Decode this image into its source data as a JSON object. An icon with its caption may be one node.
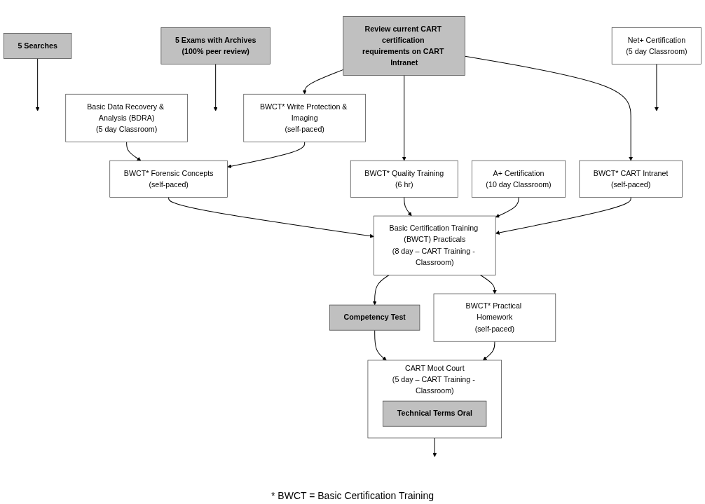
{
  "diagram": {
    "nodes": [
      {
        "text": [
          "Review current CART certification requirements on CART Intranet"
        ]
      },
      {
        "text": [
          "BWCT* Write Protection & Imaging",
          "(self-paced)"
        ]
      },
      {
        "text": [
          "BWCT* Quality Training",
          "(6 hr)"
        ]
      },
      {
        "text": [
          "BWCT* CART Intranet",
          "(self-paced)"
        ]
      },
      {
        "text": [
          "5 Searches"
        ]
      },
      {
        "text": [
          "A+ Certification",
          "(10 day Classroom)"
        ]
      },
      {
        "text": [
          "Basic Data Recovery & Analysis (BDRA)",
          "(5 day Classroom)"
        ]
      },
      {
        "text": [
          "Net+ Certification",
          "(5 day Classroom)"
        ]
      },
      {
        "text": [
          "BWCT* Forensic Concepts",
          "(self-paced)"
        ]
      },
      {
        "text": [
          "Basic Certification Training (BWCT) Practicals",
          "(8 day – CART Training - Classroom)"
        ]
      },
      {
        "text": [
          "5 Exams with Archives",
          "(100% peer review)"
        ]
      },
      {
        "text": [
          "Competency Test"
        ]
      },
      {
        "text": [
          "BWCT* Practical Homework",
          "(self-paced)"
        ]
      },
      {
        "text": [
          "CART Moot Court",
          "(5 day – CART Training - Classroom)"
        ]
      },
      {
        "text": [
          "Technical Terms Oral"
        ],
        "in": 13
      }
    ],
    "edges": [
      {
        "from": 0,
        "to": 1,
        "arrow": "to"
      },
      {
        "from": 0,
        "to": 2,
        "arrow": "to"
      },
      {
        "from": 0,
        "to": 3,
        "arrow": "to"
      },
      {
        "from": 1,
        "to": 8,
        "arrow": "to"
      },
      {
        "from": 6,
        "to": 8,
        "arrow": "to"
      },
      {
        "from": 5,
        "to": 9,
        "arrow": "to"
      },
      {
        "from": 8,
        "to": 9,
        "arrow": "to"
      },
      {
        "from": 2,
        "to": 9,
        "arrow": "to"
      },
      {
        "from": 3,
        "to": 9,
        "arrow": "to"
      },
      {
        "from": 9,
        "to": 11,
        "arrow": "to"
      },
      {
        "from": 9,
        "to": 12,
        "arrow": "to"
      },
      {
        "from": 11,
        "to": 13,
        "arrow": "to"
      },
      {
        "from": 12,
        "to": 13,
        "arrow": "to"
      },
      {
        "from": 4,
        "to": null,
        "arrow": "to"
      },
      {
        "from": 10,
        "to": null,
        "arrow": "to"
      },
      {
        "from": 13,
        "to": null,
        "arrow": "to"
      },
      {
        "from": 7,
        "to": null,
        "arrow": "to"
      }
    ],
    "labels": [
      "* BWCT = Basic Certification Training"
    ]
  }
}
